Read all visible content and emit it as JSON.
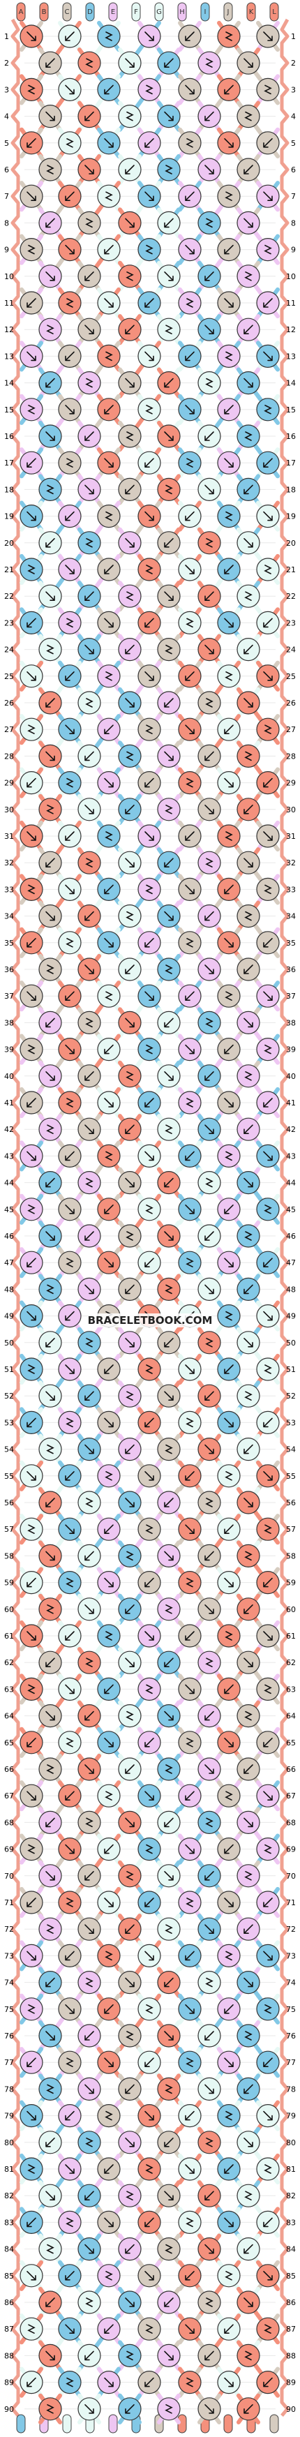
{
  "pattern": {
    "rows": 90,
    "strings": 12,
    "string_letters": [
      "A",
      "B",
      "C",
      "D",
      "E",
      "F",
      "G",
      "H",
      "I",
      "J",
      "K",
      "L"
    ],
    "watermark": "BRACELETBOOK.COM",
    "colors": {
      "salmon": "#f4907c",
      "beige": "#d6ccc0",
      "lavender": "#eec6f2",
      "skyblue": "#82c8e6",
      "mint": "#e6f8f4"
    },
    "start_colors": [
      "salmon",
      "salmon",
      "beige",
      "skyblue",
      "lavender",
      "mint",
      "mint",
      "lavender",
      "skyblue",
      "beige",
      "salmon",
      "salmon"
    ]
  }
}
